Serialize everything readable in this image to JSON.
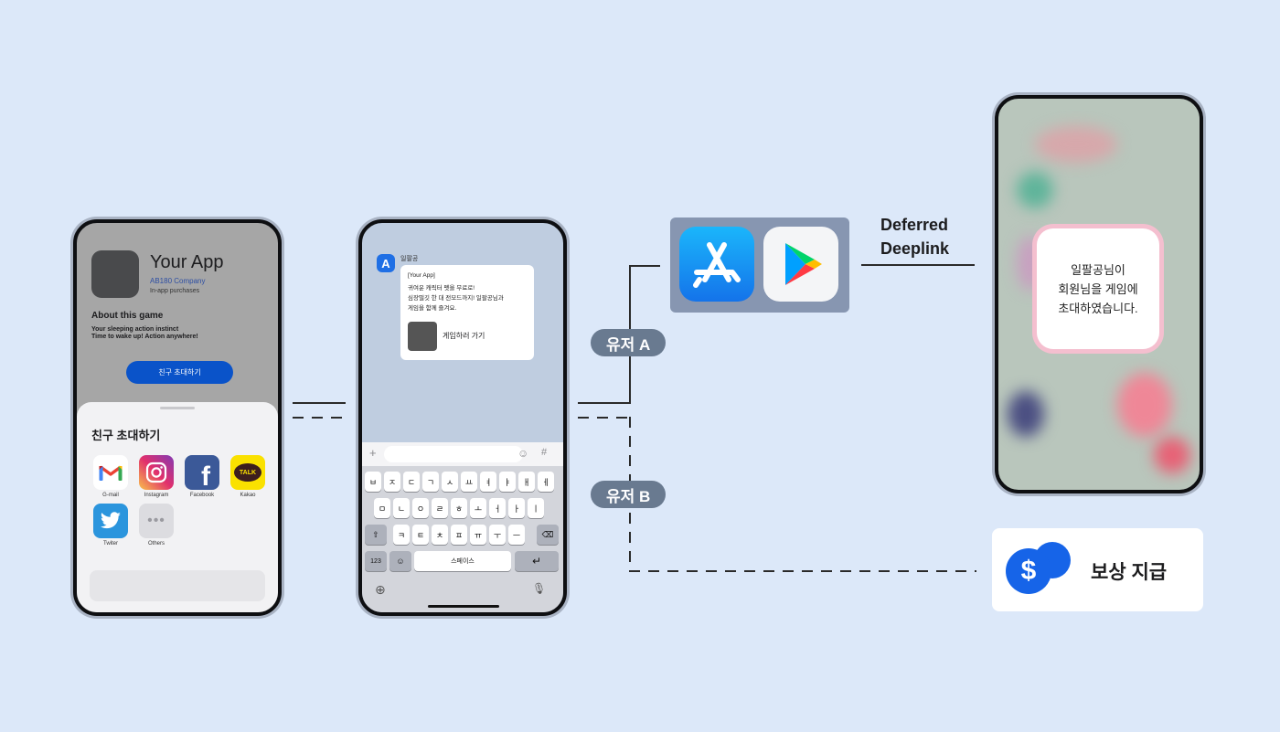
{
  "phone1": {
    "app_title": "Your App",
    "company": "AB180 Company",
    "iap": "In-app purchases",
    "about": "About this game",
    "tagline_1": "Your sleeping action instinct",
    "tagline_2": "Time to wake up! Action anywhere!",
    "invite_button": "친구 초대하기",
    "sheet_title": "친구 초대하기",
    "share_targets": [
      {
        "label": "G-mail",
        "icon": "gmail-icon"
      },
      {
        "label": "Instagram",
        "icon": "instagram-icon"
      },
      {
        "label": "Facebook",
        "icon": "facebook-icon"
      },
      {
        "label": "Kakao",
        "icon": "kakao-icon"
      },
      {
        "label": "Twiter",
        "icon": "twitter-icon"
      },
      {
        "label": "Others",
        "icon": "more-icon"
      }
    ],
    "kakao_icon_text": "TALK",
    "facebook_icon_text": "f"
  },
  "phone2": {
    "avatar_letter": "A",
    "sender": "일팔공",
    "message_lines": [
      "[Your App]",
      "귀여운 캐릭터 펫을 무료로!",
      "심장떨깃 한 대 전모드까지! 일팔공님과",
      "게임을 함께 즐겨요."
    ],
    "message_button": "게임하러 가기",
    "keyboard": {
      "row1": [
        "ㅂ",
        "ㅈ",
        "ㄷ",
        "ㄱ",
        "ㅅ",
        "ㅛ",
        "ㅕ",
        "ㅑ",
        "ㅐ",
        "ㅔ"
      ],
      "row2": [
        "ㅁ",
        "ㄴ",
        "ㅇ",
        "ㄹ",
        "ㅎ",
        "ㅗ",
        "ㅓ",
        "ㅏ",
        "ㅣ"
      ],
      "row3": [
        "ㅋ",
        "ㅌ",
        "ㅊ",
        "ㅍ",
        "ㅠ",
        "ㅜ",
        "ㅡ"
      ],
      "num_key": "123",
      "space_key": "스페이스",
      "shift_symbol": "⇧",
      "backspace_symbol": "⌫",
      "return_symbol": "↵",
      "emoji_symbol": "☺",
      "hash_symbol": "#",
      "plus_symbol": "+",
      "globe_symbol": "⊕",
      "mic_symbol": "🎙"
    }
  },
  "phone3": {
    "message": [
      "일팔공님이",
      "회원님을 게임에",
      "초대하였습니다."
    ]
  },
  "labels": {
    "user_a": "유저 A",
    "user_b": "유저 B",
    "deferred_1": "Deferred",
    "deferred_2": "Deeplink"
  },
  "reward": {
    "symbol": "$",
    "text": "보상 지급"
  },
  "colors": {
    "background": "#dce8f9",
    "accent": "#0a53c9",
    "pill": "#697a90",
    "coin": "#1664e8"
  }
}
